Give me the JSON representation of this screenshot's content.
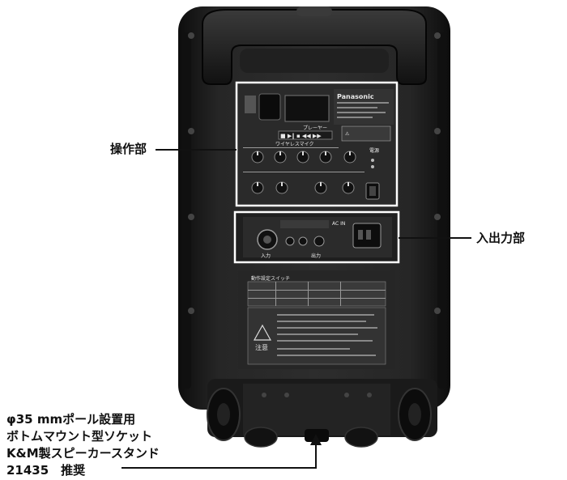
{
  "callouts": {
    "control_section": "操作部",
    "io_section": "入出力部"
  },
  "note_lines": [
    "φ35 mmポール設置用",
    "ボトムマウント型ソケット",
    "K&M製スピーカースタンド",
    "21435　推奨"
  ],
  "panel": {
    "brand": "Panasonic",
    "player_label": "プレーヤー",
    "wireless_label": "ワイヤレスマイク",
    "power_label": "電源",
    "ac_in_label": "AC IN",
    "caution_label": "注意",
    "switch_title": "動作設定スイッチ",
    "input_label": "入力",
    "output_label": "出力"
  },
  "colors": {
    "body": "#1c1c1c",
    "panel": "#262626",
    "frame": "#ffffff",
    "label": "#111111"
  }
}
